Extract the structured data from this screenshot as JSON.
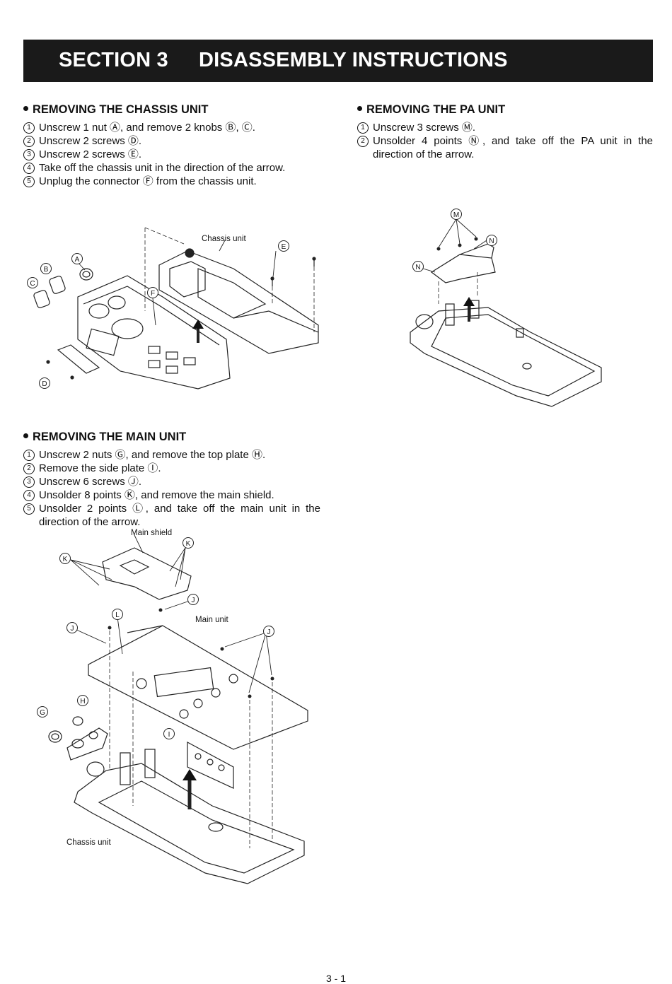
{
  "header": {
    "section": "SECTION 3",
    "title": "DISASSEMBLY INSTRUCTIONS"
  },
  "chassis": {
    "title": "REMOVING THE CHASSIS UNIT",
    "steps": [
      {
        "num": "1",
        "text": "Unscrew 1 nut Ⓐ, and remove 2 knobs Ⓑ, Ⓒ."
      },
      {
        "num": "2",
        "text": "Unscrew 2 screws Ⓓ."
      },
      {
        "num": "3",
        "text": "Unscrew 2 screws Ⓔ."
      },
      {
        "num": "4",
        "text": "Take off the chassis unit in the direction of the arrow."
      },
      {
        "num": "5",
        "text": "Unplug the connector Ⓕ from the chassis unit."
      }
    ],
    "diagram": {
      "label": "Chassis unit",
      "callouts": [
        "A",
        "B",
        "C",
        "D",
        "E",
        "F"
      ]
    }
  },
  "pa": {
    "title": "REMOVING THE PA UNIT",
    "steps": [
      {
        "num": "1",
        "text": "Unscrew 3 screws Ⓜ."
      },
      {
        "num": "2",
        "text": "Unsolder 4 points Ⓝ, and take off the PA unit in the direction of the arrow."
      }
    ],
    "diagram": {
      "callouts": [
        "M",
        "N",
        "N"
      ]
    }
  },
  "main": {
    "title": "REMOVING THE MAIN UNIT",
    "steps": [
      {
        "num": "1",
        "text": "Unscrew 2 nuts Ⓖ, and remove the top plate Ⓗ."
      },
      {
        "num": "2",
        "text": "Remove the side plate Ⓘ."
      },
      {
        "num": "3",
        "text": "Unscrew 6 screws Ⓙ."
      },
      {
        "num": "4",
        "text": "Unsolder 8 points Ⓚ, and remove the main shield."
      },
      {
        "num": "5",
        "text": "Unsolder 2 points Ⓛ, and take off the main unit in the direction of the arrow."
      }
    ],
    "diagram": {
      "labels": {
        "shield": "Main shield",
        "unit": "Main unit",
        "chassis": "Chassis unit"
      },
      "callouts": [
        "K",
        "K",
        "J",
        "L",
        "J",
        "J",
        "G",
        "H",
        "I"
      ]
    }
  },
  "footer": {
    "page": "3 - 1"
  }
}
